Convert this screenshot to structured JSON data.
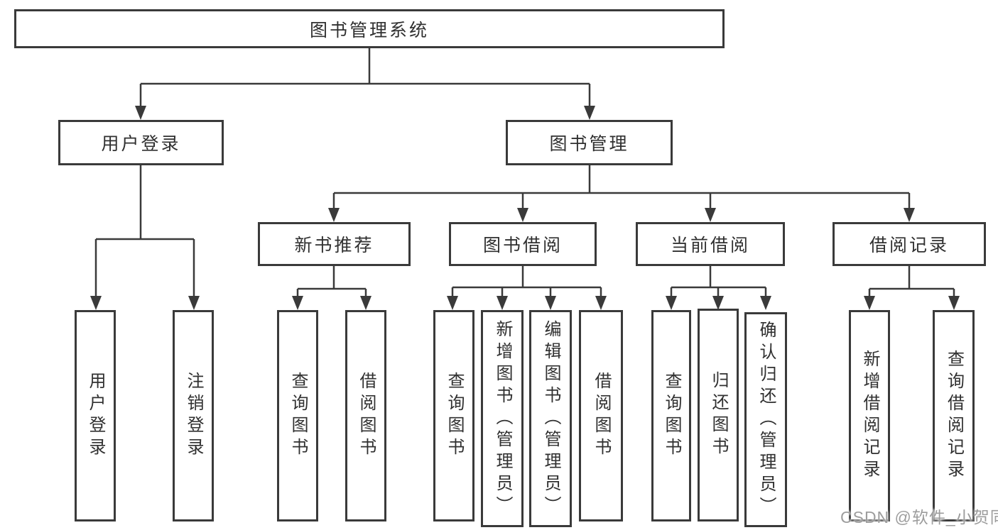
{
  "diagram": {
    "root": {
      "label": "图书管理系统"
    },
    "level2": {
      "user_login": {
        "label": "用户登录"
      },
      "book_mgmt": {
        "label": "图书管理"
      }
    },
    "level3": {
      "new_book_rec": {
        "label": "新书推荐"
      },
      "book_borrow": {
        "label": "图书借阅"
      },
      "current_borrow": {
        "label": "当前借阅"
      },
      "borrow_records": {
        "label": "借阅记录"
      }
    },
    "leaves": {
      "user_login": {
        "label": "用户登录"
      },
      "logout": {
        "label": "注销登录"
      },
      "query_books_a": {
        "label": "查询图书"
      },
      "borrow_books_a": {
        "label": "借阅图书"
      },
      "query_books_b": {
        "label": "查询图书"
      },
      "add_book": {
        "label": "新增图书（管理员）"
      },
      "edit_book": {
        "label": "编辑图书（管理员）"
      },
      "borrow_books_b": {
        "label": "借阅图书"
      },
      "query_books_c": {
        "label": "查询图书"
      },
      "return_book": {
        "label": "归还图书"
      },
      "confirm_return": {
        "label": "确认归还（管理员）"
      },
      "add_borrow_record": {
        "label": "新增借阅记录"
      },
      "query_borrow_record": {
        "label": "查询借阅记录"
      }
    }
  },
  "watermark": {
    "text": "CSDN @软件_小贺同学"
  },
  "colors": {
    "line": "#3a3a3a",
    "text": "#303030",
    "watermark": "#9d9d9d",
    "background": "#ffffff"
  }
}
